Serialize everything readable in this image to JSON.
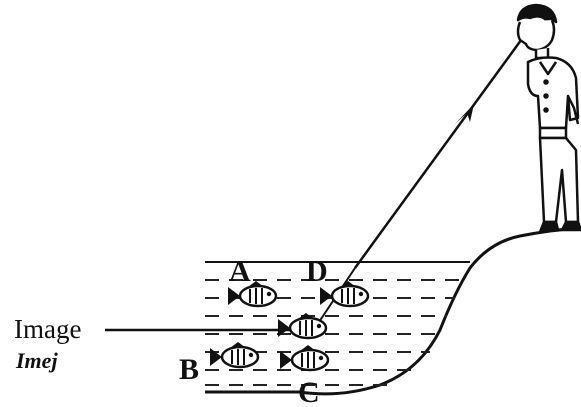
{
  "labels": {
    "a": "A",
    "b": "B",
    "c": "C",
    "d": "D",
    "image": "Image",
    "imej": "Imej"
  }
}
